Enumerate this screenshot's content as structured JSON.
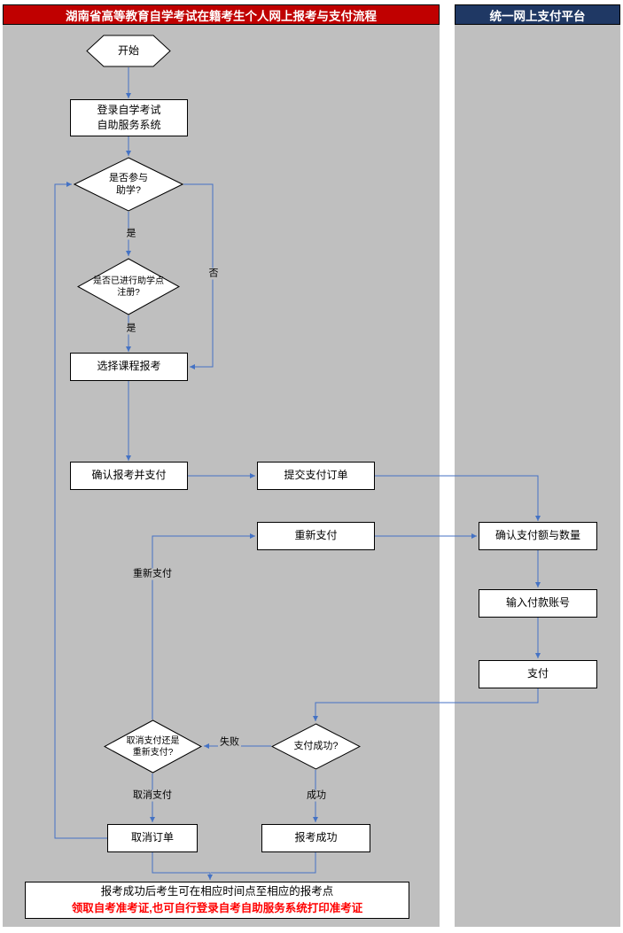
{
  "headers": {
    "left": "湖南省高等教育自学考试在籍考生个人网上报考与支付流程",
    "right": "统一网上支付平台"
  },
  "nodes": {
    "start": "开始",
    "login": {
      "line1": "登录自学考试",
      "line2": "自助服务系统"
    },
    "joinHelp": {
      "line1": "是否参与",
      "line2": "助学?"
    },
    "helpRegistered": {
      "line1": "是否已进行助学点",
      "line2": "注册?"
    },
    "chooseCourse": "选择课程报考",
    "confirmPay": "确认报考并支付",
    "submitOrder": "提交支付订单",
    "repay": "重新支付",
    "confirmAmount": "确认支付额与数量",
    "inputAccount": "输入付款账号",
    "pay": "支付",
    "paySuccess": "支付成功?",
    "cancelOrRepay": {
      "line1": "取消支付还是",
      "line2": "重新支付?"
    },
    "cancelOrder": "取消订单",
    "regSuccess": "报考成功",
    "note": {
      "line1": "报考成功后考生可在相应时间点至相应的报考点",
      "line2": "领取自考准考证,也可自行登录自考自助服务系统打印准考证"
    }
  },
  "edge_labels": {
    "yes1": "是",
    "no1": "否",
    "yes2": "是",
    "repay": "重新支付",
    "fail": "失败",
    "cancel": "取消支付",
    "success": "成功"
  },
  "colors": {
    "left_header_bg": "#C00000",
    "right_header_bg": "#1F3864",
    "panel_bg": "#BFBFBF",
    "connector": "#4472C4",
    "note_highlight": "#FF0000"
  }
}
